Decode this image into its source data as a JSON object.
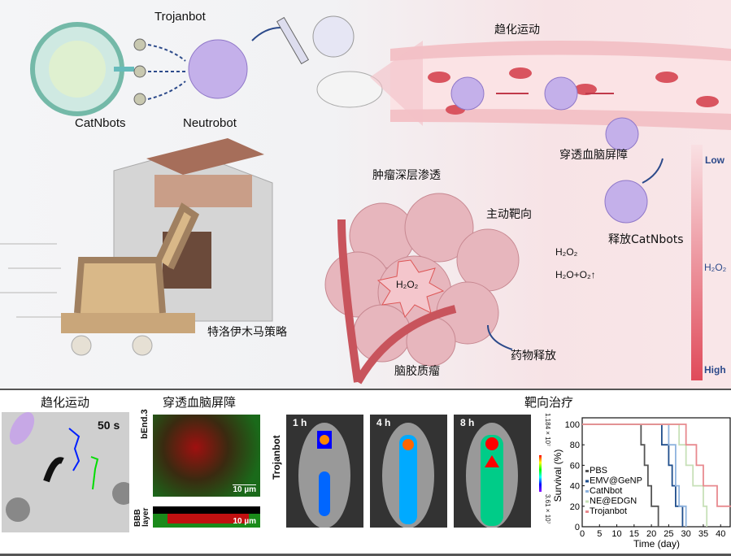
{
  "top": {
    "trojanbot": "Trojanbot",
    "catnbots": "CatNbots",
    "neutrobot": "Neutrobot",
    "chemotaxis": "趋化运动",
    "bbb": "穿透血脑屏障",
    "low": "Low",
    "h2o2_axis": "H₂O₂",
    "high": "High",
    "tumor_penetration": "肿瘤深层渗透",
    "active_targeting": "主动靶向",
    "release": "释放CatNbots",
    "h2o2": "H₂O₂",
    "products": "H₂O+O₂↑",
    "h2o2_tumor": "H₂O₂",
    "trojan_strategy": "特洛伊木马策略",
    "drug_release": "药物释放",
    "glioma": "脑胶质瘤",
    "colors": {
      "vessel": "#e8a0a8",
      "neutrophil": "#b9a3e0",
      "gradient_high": "#e04b5a"
    }
  },
  "bottom": {
    "chemotaxis_title": "趋化运动",
    "time": "50 s",
    "bbb_title": "穿透血脑屏障",
    "bend3": "bEnd.3",
    "bbb_layer": "BBB layer",
    "scale1": "10 µm",
    "scale2": "10 µm",
    "targeting_title": "靶向治疗",
    "row_label": "Trojanbot",
    "timepoints": [
      "1 h",
      "4 h",
      "8 h"
    ],
    "colorbar_max": "1.184 × 10⁷",
    "colorbar_min": "3.61 × 10⁷"
  },
  "chart_data": {
    "type": "line",
    "step": true,
    "xlabel": "Time (day)",
    "ylabel": "Survival (%)",
    "xlim": [
      0,
      43
    ],
    "ylim": [
      0,
      100
    ],
    "xticks": [
      0,
      5,
      10,
      15,
      20,
      25,
      30,
      35,
      40
    ],
    "yticks": [
      0,
      20,
      40,
      60,
      80,
      100
    ],
    "legend_position": "bottom-left",
    "series": [
      {
        "name": "PBS",
        "color": "#555555",
        "steps": [
          [
            0,
            100
          ],
          [
            17,
            80
          ],
          [
            18,
            60
          ],
          [
            19,
            40
          ],
          [
            20,
            20
          ],
          [
            22,
            0
          ]
        ]
      },
      {
        "name": "EMV@GeNP",
        "color": "#1f4e8c",
        "steps": [
          [
            0,
            100
          ],
          [
            23,
            80
          ],
          [
            25,
            60
          ],
          [
            26,
            40
          ],
          [
            27,
            20
          ],
          [
            29,
            0
          ]
        ]
      },
      {
        "name": "CatNbot",
        "color": "#8fb3de",
        "steps": [
          [
            0,
            100
          ],
          [
            25,
            80
          ],
          [
            27,
            40
          ],
          [
            28,
            20
          ],
          [
            30,
            0
          ]
        ]
      },
      {
        "name": "NE@EDGN",
        "color": "#c7e0b8",
        "steps": [
          [
            0,
            100
          ],
          [
            28,
            80
          ],
          [
            30,
            60
          ],
          [
            32,
            40
          ],
          [
            35,
            20
          ],
          [
            36,
            0
          ]
        ]
      },
      {
        "name": "Trojanbot",
        "color": "#e88a8f",
        "steps": [
          [
            0,
            100
          ],
          [
            30,
            80
          ],
          [
            33,
            60
          ],
          [
            35,
            40
          ],
          [
            39,
            20
          ],
          [
            43,
            20
          ]
        ]
      }
    ]
  }
}
